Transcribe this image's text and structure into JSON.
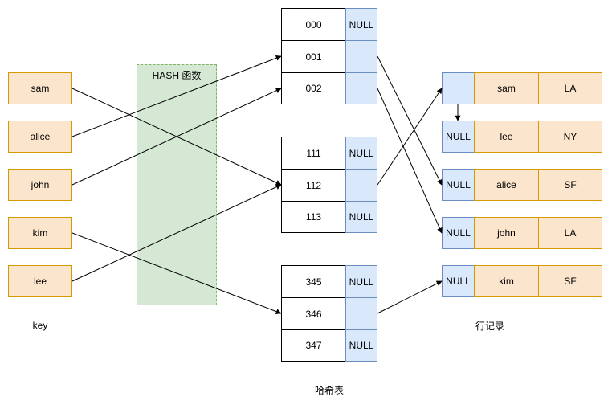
{
  "keys": [
    "sam",
    "alice",
    "john",
    "kim",
    "lee"
  ],
  "key_caption": "key",
  "hash_function_label": "HASH 函数",
  "hash_table": {
    "caption": "哈希表",
    "groups": [
      {
        "rows": [
          {
            "code": "000",
            "ptr": "NULL"
          },
          {
            "code": "001",
            "ptr": ""
          },
          {
            "code": "002",
            "ptr": ""
          }
        ]
      },
      {
        "rows": [
          {
            "code": "111",
            "ptr": "NULL"
          },
          {
            "code": "112",
            "ptr": ""
          },
          {
            "code": "113",
            "ptr": "NULL"
          }
        ]
      },
      {
        "rows": [
          {
            "code": "345",
            "ptr": "NULL"
          },
          {
            "code": "346",
            "ptr": ""
          },
          {
            "code": "347",
            "ptr": "NULL"
          }
        ]
      }
    ]
  },
  "row_records": {
    "caption": "行记录",
    "rows": [
      {
        "ptr": "",
        "name": "sam",
        "city": "LA"
      },
      {
        "ptr": "NULL",
        "name": "lee",
        "city": "NY"
      },
      {
        "ptr": "NULL",
        "name": "alice",
        "city": "SF"
      },
      {
        "ptr": "NULL",
        "name": "john",
        "city": "LA"
      },
      {
        "ptr": "NULL",
        "name": "kim",
        "city": "SF"
      }
    ]
  }
}
